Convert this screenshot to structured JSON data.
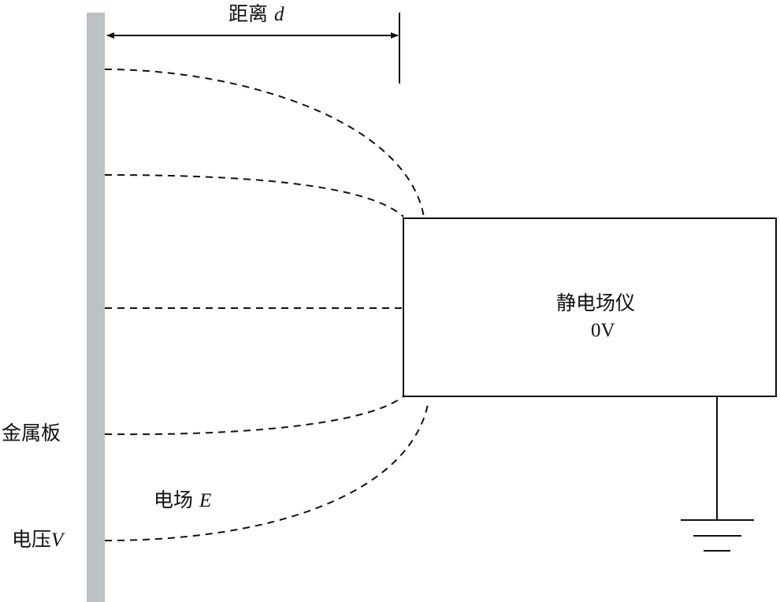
{
  "labels": {
    "distance": "距离",
    "distance_var": "d",
    "meter_name": "静电场仪",
    "meter_voltage": "0V",
    "plate": "金属板",
    "field": "电场",
    "field_var": "E",
    "voltage": "电压",
    "voltage_var": "V"
  },
  "colors": {
    "plate": "#bcc1c6",
    "line": "#111111"
  }
}
